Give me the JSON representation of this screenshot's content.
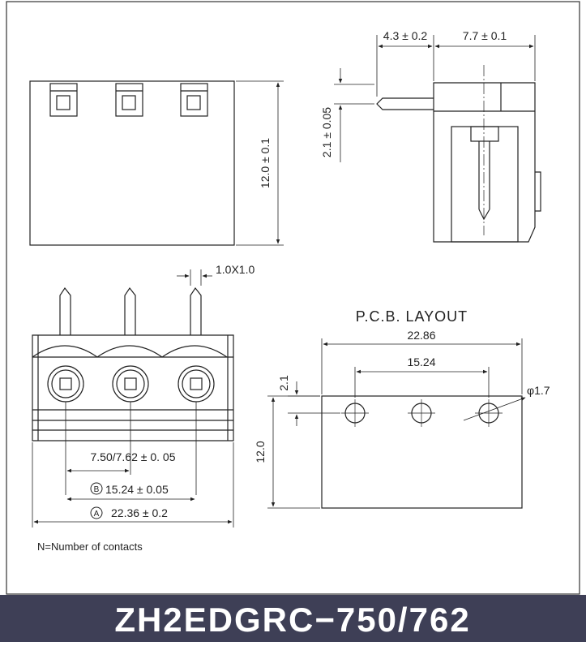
{
  "top_right_view": {
    "dim_pin_extension": "4.3 ± 0.2",
    "dim_body_depth": "7.7 ± 0.1",
    "dim_pin_offset": "2.1 ± 0.05"
  },
  "top_left_view": {
    "dim_height": "12.0 ± 0.1"
  },
  "front_view": {
    "dim_pin_size": "1.0X1.0",
    "dim_pitch": "7.50/7.62 ± 0. 05",
    "dim_span_b_marker": "B",
    "dim_span_b": "15.24 ± 0.05",
    "dim_overall_a_marker": "A",
    "dim_overall_a": "22.36 ± 0.2"
  },
  "pcb_layout": {
    "title": "P.C.B.  LAYOUT",
    "dim_width": "22.86",
    "dim_hole_span": "15.24",
    "dim_hole_diameter": "φ1.7",
    "dim_hole_offset": "2.1",
    "dim_height": "12.0"
  },
  "note": "N=Number of contacts",
  "footer": {
    "model": "ZH2EDGRC−750/762",
    "background_color": "#3e3f56"
  }
}
